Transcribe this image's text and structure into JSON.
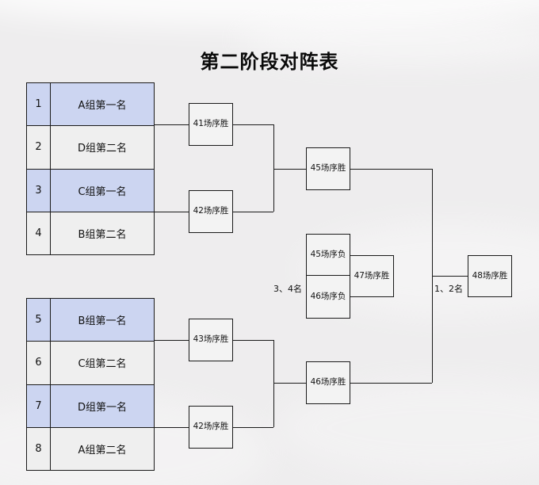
{
  "title": "第二阶段对阵表",
  "top_table": {
    "rows": [
      {
        "num": "1",
        "name": "A组第一名",
        "highlight": true
      },
      {
        "num": "2",
        "name": "D组第二名",
        "highlight": false
      },
      {
        "num": "3",
        "name": "C组第一名",
        "highlight": true
      },
      {
        "num": "4",
        "name": "B组第二名",
        "highlight": false
      }
    ]
  },
  "bottom_table": {
    "rows": [
      {
        "num": "5",
        "name": "B组第一名",
        "highlight": true
      },
      {
        "num": "6",
        "name": "C组第二名",
        "highlight": false
      },
      {
        "num": "7",
        "name": "D组第一名",
        "highlight": true
      },
      {
        "num": "8",
        "name": "A组第二名",
        "highlight": false
      }
    ]
  },
  "matches": {
    "qf1": "41场序胜",
    "qf2": "42场序胜",
    "qf3": "43场序胜",
    "qf4": "42场序胜",
    "sf1_win": "45场序胜",
    "sf2_win": "46场序胜",
    "sf1_lose": "45场序负",
    "sf2_lose": "46场序负",
    "third_place_match": "47场序胜",
    "final_match": "48场序胜"
  },
  "labels": {
    "third_fourth_place": "3、4名",
    "first_second_place": "1、2名"
  },
  "colors": {
    "row_highlight": "#ccd5f1",
    "row_plain": "#efefef",
    "box_fill": "#f3f3f3",
    "line": "#1a1a1a"
  }
}
